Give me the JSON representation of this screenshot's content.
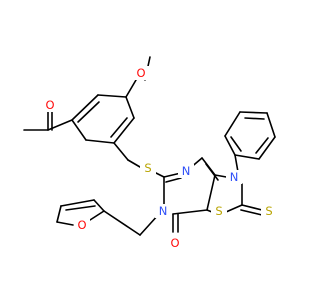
{
  "molecule": {
    "atoms": [
      {
        "symbol": "O",
        "color": "#ff0d0d"
      },
      {
        "symbol": "O",
        "color": "#ff0d0d"
      },
      {
        "symbol": "S",
        "color": "#b8a400"
      },
      {
        "symbol": "N",
        "color": "#3050f8"
      },
      {
        "symbol": "N",
        "color": "#3050f8"
      },
      {
        "symbol": "O",
        "color": "#ff0d0d"
      },
      {
        "symbol": "N",
        "color": "#3050f8"
      },
      {
        "symbol": "S",
        "color": "#b8a400"
      },
      {
        "symbol": "S",
        "color": "#b8a400"
      },
      {
        "symbol": "O",
        "color": "#ff0d0d"
      }
    ]
  }
}
